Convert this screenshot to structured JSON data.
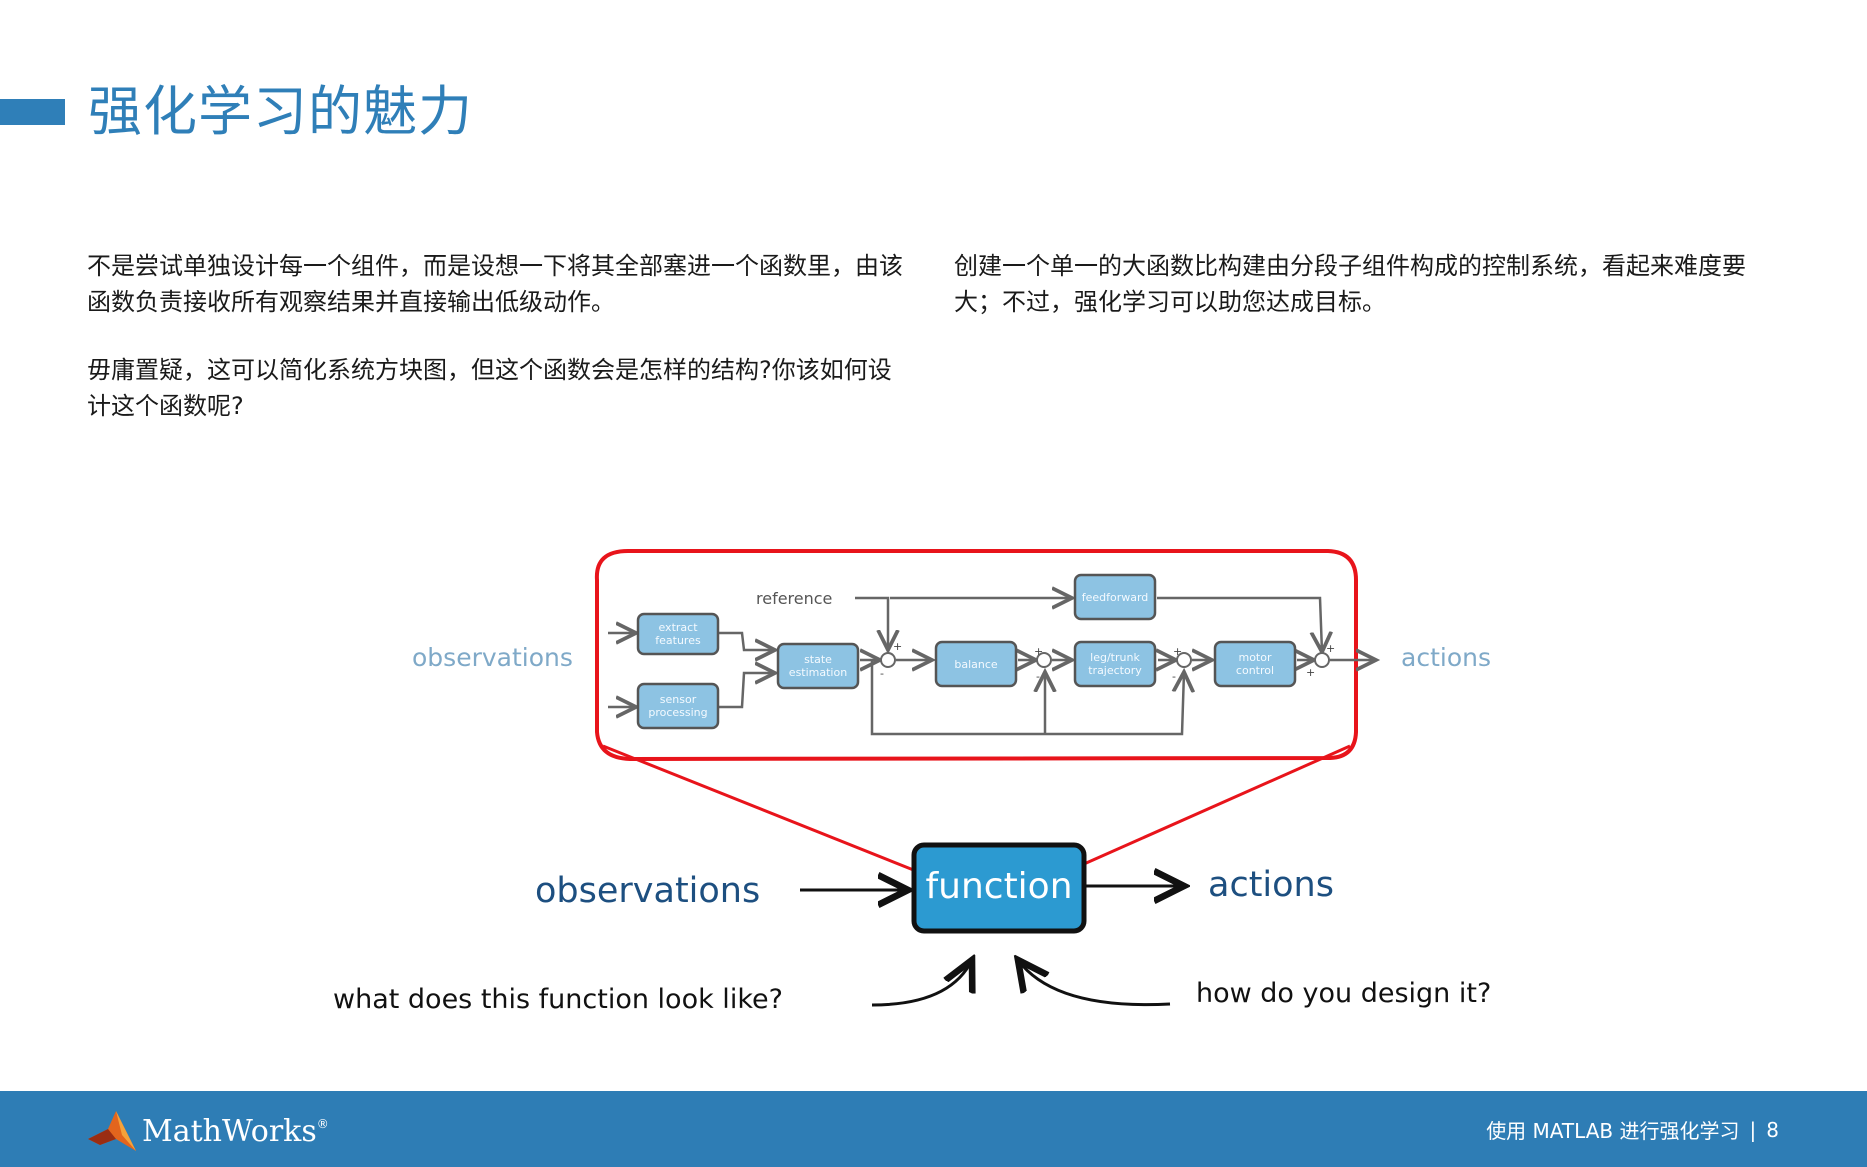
{
  "page": {
    "title": "强化学习的魅力",
    "paragraphs": [
      "不是尝试单独设计每一个组件，而是设想一下将其全部塞进一个函数里，由该函数负责接收所有观察结果并直接输出低级动作。",
      "毋庸置疑，这可以简化系统方块图，但这个函数会是怎样的结构?你该如何设计这个函数呢?",
      "创建一个单一的大函数比构建由分段子组件构成的控制系统，看起来难度要大；不过，强化学习可以助您达成目标。"
    ]
  },
  "diagram": {
    "top_input_label": "observations",
    "top_output_label": "actions",
    "reference_label": "reference",
    "blocks": {
      "extract": [
        "extract",
        "features"
      ],
      "sensor": [
        "sensor",
        "processing"
      ],
      "state": [
        "state",
        "estimation"
      ],
      "balance": [
        "balance"
      ],
      "trajectory": [
        "leg/trunk",
        "trajectory"
      ],
      "motor": [
        "motor",
        "control"
      ],
      "feedforward": [
        "feedforward"
      ]
    },
    "function_label": "function",
    "bottom_input_label": "observations",
    "bottom_output_label": "actions",
    "question_left": "what does this function look like?",
    "question_right": "how do you design it?"
  },
  "footer": {
    "logo_text": "MathWorks",
    "logo_registered": "®",
    "doc_title": "使用 MATLAB 进行强化学习",
    "separator": "|",
    "page_number": "8"
  },
  "colors": {
    "accent": "#2f7fb8",
    "footer_bg": "#2e7db5",
    "block_fill": "#8dc3e3",
    "red": "#e8141b",
    "function_fill": "#2c9ad1"
  }
}
